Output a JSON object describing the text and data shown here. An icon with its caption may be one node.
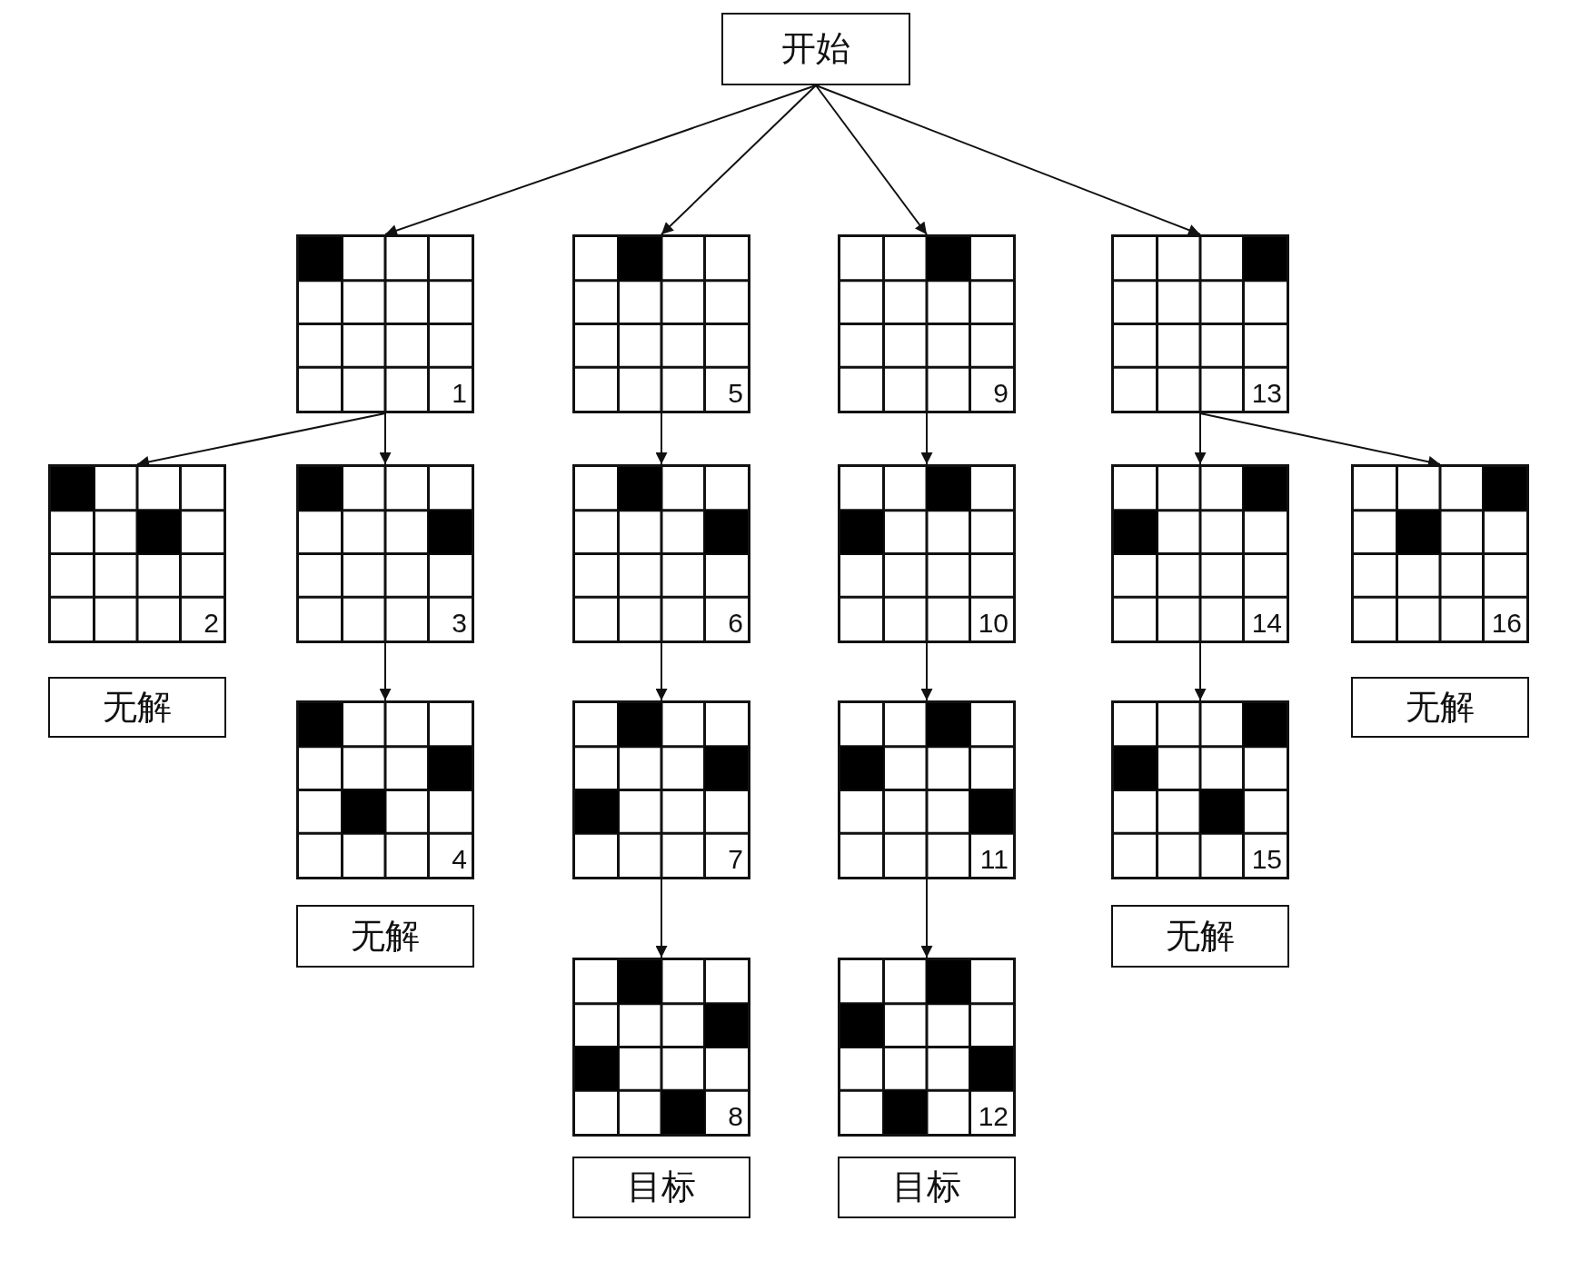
{
  "diagram": {
    "nodes": [
      {
        "text": [
          "开始"
        ]
      },
      {
        "text": [
          "1"
        ]
      },
      {
        "text": [
          "5"
        ]
      },
      {
        "text": [
          "9"
        ]
      },
      {
        "text": [
          "13"
        ]
      },
      {
        "text": [
          "2"
        ]
      },
      {
        "text": [
          "3"
        ]
      },
      {
        "text": [
          "6"
        ]
      },
      {
        "text": [
          "10"
        ]
      },
      {
        "text": [
          "14"
        ]
      },
      {
        "text": [
          "16"
        ]
      },
      {
        "text": [
          "无解"
        ]
      },
      {
        "text": [
          "无解"
        ]
      },
      {
        "text": [
          "4"
        ]
      },
      {
        "text": [
          "7"
        ]
      },
      {
        "text": [
          "11"
        ]
      },
      {
        "text": [
          "15"
        ]
      },
      {
        "text": [
          "无解"
        ]
      },
      {
        "text": [
          "无解"
        ]
      },
      {
        "text": [
          "8"
        ]
      },
      {
        "text": [
          "12"
        ]
      },
      {
        "text": [
          "目标"
        ]
      },
      {
        "text": [
          "目标"
        ]
      }
    ],
    "edges": [
      {
        "from": 0,
        "to": 1,
        "arrow": "to"
      },
      {
        "from": 0,
        "to": 2,
        "arrow": "to"
      },
      {
        "from": 0,
        "to": 3,
        "arrow": "to"
      },
      {
        "from": 0,
        "to": 4,
        "arrow": "to"
      },
      {
        "from": 1,
        "to": 5,
        "arrow": "to"
      },
      {
        "from": 1,
        "to": 6,
        "arrow": "to"
      },
      {
        "from": 6,
        "to": 13,
        "arrow": "to"
      },
      {
        "from": 2,
        "to": 7,
        "arrow": "to"
      },
      {
        "from": 7,
        "to": 14,
        "arrow": "to"
      },
      {
        "from": 14,
        "to": 19,
        "arrow": "to"
      },
      {
        "from": 3,
        "to": 8,
        "arrow": "to"
      },
      {
        "from": 8,
        "to": 15,
        "arrow": "to"
      },
      {
        "from": 15,
        "to": 20,
        "arrow": "to"
      },
      {
        "from": 4,
        "to": 9,
        "arrow": "to"
      },
      {
        "from": 9,
        "to": 16,
        "arrow": "to"
      },
      {
        "from": 4,
        "to": 10,
        "arrow": "to"
      }
    ]
  }
}
